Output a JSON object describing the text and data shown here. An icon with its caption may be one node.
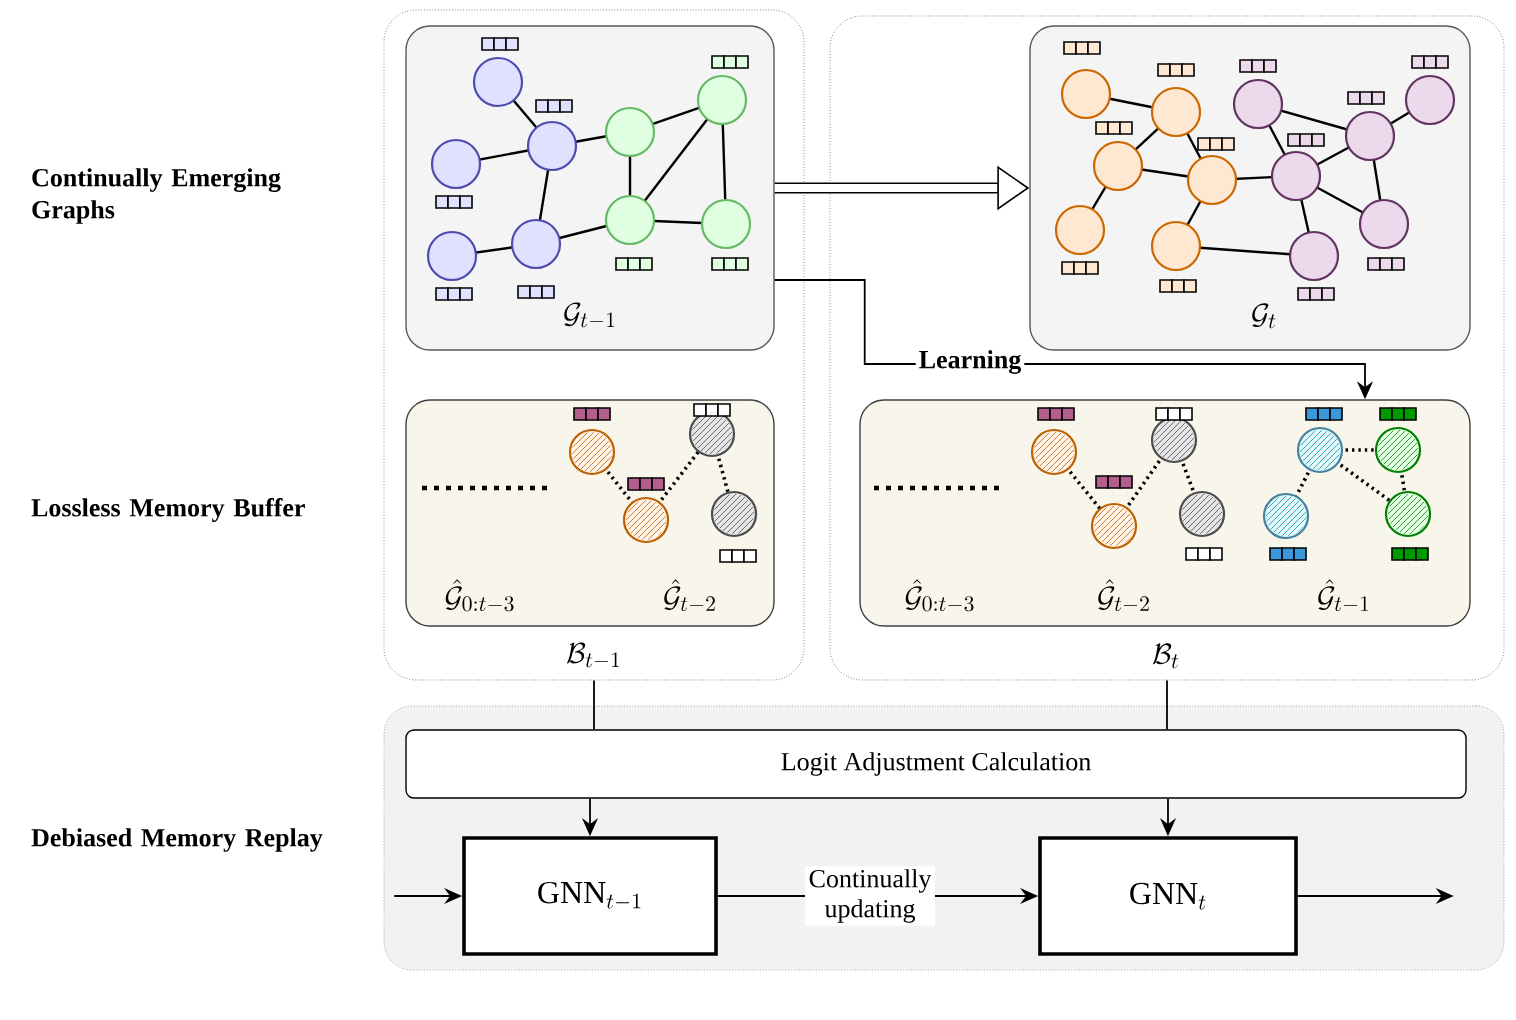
{
  "diagram": {
    "nodes": [
      {
        "text": [
          "\\mathcal{B}_{t-1}"
        ]
      },
      {
        "text": [
          "\\mathcal{G}_{t-1}"
        ],
        "in": 0
      },
      {
        "text": [
          "\\hat{\\mathcal{G}}_{0:t-3}",
          "\\hat{\\mathcal{G}}_{t-2}"
        ],
        "in": 0
      },
      {
        "text": [
          "\\mathcal{B}_{t}"
        ]
      },
      {
        "text": [
          "\\mathcal{G}_{t}"
        ],
        "in": 3
      },
      {
        "text": [
          "\\hat{\\mathcal{G}}_{0:t-3}",
          "\\hat{\\mathcal{G}}_{t-2}",
          "\\hat{\\mathcal{G}}_{t-1}"
        ],
        "in": 3
      },
      {
        "text": [],
        "shape": "box"
      },
      {
        "text": [
          "Logit Adjustment Calculation"
        ],
        "in": 6
      },
      {
        "text": [
          "\\mathrm{GNN}_{t-1}"
        ],
        "in": 6
      },
      {
        "text": [
          "\\mathrm{GNN}_{t}"
        ],
        "in": 6
      }
    ],
    "edges": [
      {
        "from": 1,
        "to": 4,
        "arrow": "to",
        "style": "thick"
      },
      {
        "from": 1,
        "to": 5,
        "arrow": "to",
        "label": "Learning"
      },
      {
        "from": 0,
        "to": 7,
        "arrow": "none"
      },
      {
        "from": 3,
        "to": 7,
        "arrow": "none"
      },
      {
        "from": 7,
        "to": 8,
        "arrow": "to"
      },
      {
        "from": 7,
        "to": 9,
        "arrow": "to"
      },
      {
        "from": 8,
        "to": 9,
        "arrow": "to",
        "label": "Continually updating"
      },
      {
        "from": null,
        "to": 8,
        "arrow": "to"
      },
      {
        "from": 9,
        "to": null,
        "arrow": "to"
      }
    ],
    "labels": [
      "Continually Emerging Graphs",
      "Lossless Memory Buffer",
      "Debiased Memory Replay"
    ]
  }
}
